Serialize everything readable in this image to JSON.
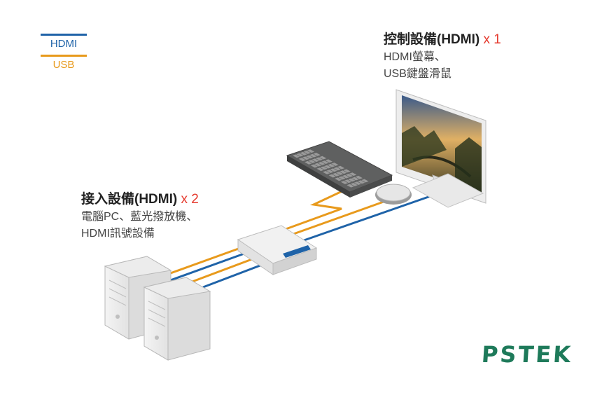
{
  "legend": {
    "hdmi_label": "HDMI",
    "usb_label": "USB",
    "hdmi_color": "#1f63a8",
    "usb_color": "#e89a1c"
  },
  "control_devices": {
    "title": "控制設備(HDMI)",
    "count": "x 1",
    "line1": "HDMI螢幕、",
    "line2": "USB鍵盤滑鼠"
  },
  "input_devices": {
    "title": "接入設備(HDMI)",
    "count": "x 2",
    "line1": "電腦PC、藍光撥放機、",
    "line2": "HDMI訊號設備"
  },
  "brand": {
    "logo_text": "PSTEK",
    "logo_color": "#1e7a5a"
  },
  "accent_count_color": "#e53a2e",
  "icons": [
    "monitor-icon",
    "keyboard-icon",
    "mouse-icon",
    "kvm-switch-icon",
    "pc-tower-icon"
  ]
}
